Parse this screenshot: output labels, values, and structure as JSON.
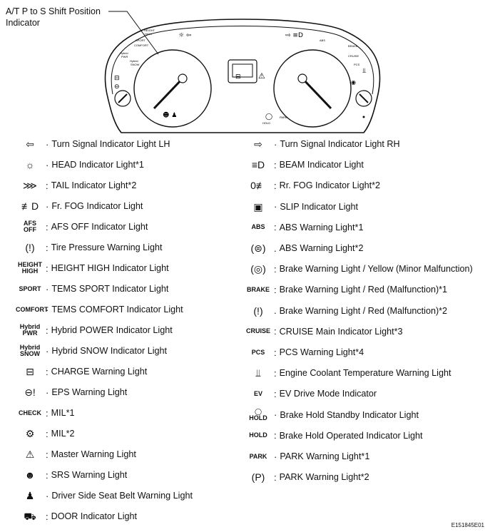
{
  "callout": {
    "line1": "A/T P to S Shift Position",
    "line2": "Indicator"
  },
  "cluster": {
    "left_tiny": [
      "HEIGHT",
      "HIGH",
      "SPORT",
      "COMFORT",
      "Hybrid",
      "PWR",
      "Hybrid",
      "SNOW"
    ],
    "right_tiny": [
      "ABS",
      "BRAKE",
      "CRUISE",
      "PCS"
    ],
    "hold_label": "HOLD",
    "park_label": "PARK"
  },
  "left_items": [
    {
      "icon": "⇦",
      "icon_name": "turn-left-icon",
      "sep": "·",
      "label": "Turn Signal Indicator Light LH"
    },
    {
      "icon": "☼",
      "icon_name": "head-light-icon",
      "sep": "·",
      "label": "HEAD Indicator Light*1"
    },
    {
      "icon": "⋙",
      "icon_name": "tail-light-icon",
      "sep": ":",
      "label": "TAIL Indicator Light*2"
    },
    {
      "icon": "≢D",
      "icon_name": "front-fog-icon",
      "sep": "·",
      "label": "Fr. FOG Indicator Light"
    },
    {
      "icon": "AFS\nOFF",
      "icon_name": "afs-off-icon",
      "sep": ":",
      "label": "AFS OFF Indicator Light"
    },
    {
      "icon": "(!)",
      "icon_name": "tire-pressure-icon",
      "sep": ":",
      "label": "Tire Pressure Warning Light"
    },
    {
      "icon": "HEIGHT\nHIGH",
      "icon_name": "height-high-icon",
      "sep": ":",
      "label": "HEIGHT HIGH Indicator Light"
    },
    {
      "icon": "SPORT",
      "icon_name": "sport-icon",
      "sep": "·",
      "label": "TEMS SPORT Indicator Light"
    },
    {
      "icon": "COMFORT",
      "icon_name": "comfort-icon",
      "sep": "·",
      "label": "TEMS COMFORT Indicator Light"
    },
    {
      "icon": "Hybrid\nPWR",
      "icon_name": "hybrid-pwr-icon",
      "sep": ":",
      "label": "Hybrid POWER Indicator Light"
    },
    {
      "icon": "Hybrid\nSNOW",
      "icon_name": "hybrid-snow-icon",
      "sep": "·",
      "label": "Hybrid SNOW Indicator Light"
    },
    {
      "icon": "⊟",
      "icon_name": "battery-icon",
      "sep": ":",
      "label": "CHARGE Warning Light"
    },
    {
      "icon": "⊖!",
      "icon_name": "eps-icon",
      "sep": "·",
      "label": "EPS Warning Light"
    },
    {
      "icon": "CHECK",
      "icon_name": "check-engine-icon",
      "sep": ":",
      "label": "MIL*1"
    },
    {
      "icon": "⚙",
      "icon_name": "engine-icon",
      "sep": ":",
      "label": "MIL*2"
    },
    {
      "icon": "⚠",
      "icon_name": "master-warning-icon",
      "sep": ":",
      "label": "Master Warning Light"
    },
    {
      "icon": "☻",
      "icon_name": "srs-icon",
      "sep": ":",
      "label": "SRS Warning Light"
    },
    {
      "icon": "♟",
      "icon_name": "seatbelt-icon",
      "sep": "·",
      "label": "Driver Side Seat Belt Warning Light"
    },
    {
      "icon": "⛟",
      "icon_name": "door-icon",
      "sep": ":",
      "label": "DOOR Indicator Light"
    }
  ],
  "right_items": [
    {
      "icon": "⇨",
      "icon_name": "turn-right-icon",
      "sep": "·",
      "label": "Turn Signal Indicator Light RH"
    },
    {
      "icon": "≡D",
      "icon_name": "beam-icon",
      "sep": ":",
      "label": "BEAM Indicator Light"
    },
    {
      "icon": "0≢",
      "icon_name": "rear-fog-icon",
      "sep": ":",
      "label": "Rr. FOG Indicator Light*2"
    },
    {
      "icon": "▣",
      "icon_name": "slip-icon",
      "sep": "·",
      "label": "SLIP Indicator Light"
    },
    {
      "icon": "ABS",
      "icon_name": "abs-text-icon",
      "sep": ":",
      "label": "ABS Warning Light*1"
    },
    {
      "icon": "(⊜)",
      "icon_name": "abs-circle-icon",
      "sep": ".",
      "label": "ABS Warning Light*2"
    },
    {
      "icon": "(◎)",
      "icon_name": "brake-yellow-icon",
      "sep": ":",
      "label": "Brake Warning Light / Yellow (Minor Malfunction)"
    },
    {
      "icon": "BRAKE",
      "icon_name": "brake-text-icon",
      "sep": ":",
      "label": "Brake Warning Light / Red (Malfunction)*1"
    },
    {
      "icon": "(!)",
      "icon_name": "brake-red-icon",
      "sep": ".",
      "label": "Brake Warning Light / Red (Malfunction)*2"
    },
    {
      "icon": "CRUISE",
      "icon_name": "cruise-icon",
      "sep": ":",
      "label": "CRUISE Main Indicator Light*3"
    },
    {
      "icon": "PCS",
      "icon_name": "pcs-icon",
      "sep": ":",
      "label": "PCS Warning Light*4"
    },
    {
      "icon": "⫫",
      "icon_name": "coolant-temp-icon",
      "sep": ":",
      "label": "Engine Coolant Temperature Warning Light"
    },
    {
      "icon": "EV",
      "icon_name": "ev-drive-icon",
      "sep": ":",
      "label": "EV Drive Mode Indicator"
    },
    {
      "icon": "◯\nHOLD",
      "icon_name": "brake-hold-standby-icon",
      "sep": "·",
      "label": "Brake Hold Standby Indicator Light"
    },
    {
      "icon": "HOLD",
      "icon_name": "brake-hold-operated-icon",
      "sep": ":",
      "label": "Brake Hold Operated Indicator Light"
    },
    {
      "icon": "PARK",
      "icon_name": "park-text-icon",
      "sep": "·",
      "label": "PARK Warning Light*1"
    },
    {
      "icon": "(P)",
      "icon_name": "park-circle-icon",
      "sep": ":",
      "label": "PARK Warning Light*2"
    }
  ],
  "figure_code": "E151845E01"
}
